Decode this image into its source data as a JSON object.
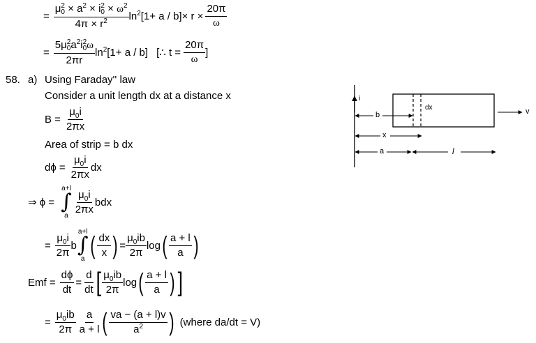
{
  "eq1": {
    "prefix": "=",
    "num": "μ₀² × a² × i₀² × ω²",
    "num_parts": {
      "mu": "μ",
      "sub0": "0",
      "sup2": "2",
      "x1": " × a",
      "x2": " × i",
      "x3": " × ω"
    },
    "den": "4π × r",
    "den_sup": "2",
    "middle": "ln",
    "middle_sup": "2",
    "middle_rest": "[1+ a / b]× r ×",
    "frac2_num": "20π",
    "frac2_den": "ω"
  },
  "eq2": {
    "prefix": "=",
    "num": "5μ₀²a²i₀²ω",
    "den": "2πr",
    "middle": "ln",
    "middle_sup": "2",
    "middle_rest": "[1+ a / b]",
    "note_prefix": "[∴ t =",
    "note_num": "20π",
    "note_den": "ω",
    "note_suffix": "]"
  },
  "problem": {
    "number": "58.",
    "part": "a)",
    "heading": "Using Faraday'' law",
    "intro": "Consider a unit length dx at a distance x",
    "b_eq": {
      "lhs": "B =",
      "num": "μ₀i",
      "den": "2πx"
    },
    "area": "Area of strip = b dx",
    "dphi": {
      "lhs": "dϕ =",
      "num": "μ₀i",
      "den": "2πx",
      "rhs": "dx"
    },
    "phi": {
      "lhs": "⇒ ϕ =",
      "upper": "a+l",
      "lower": "a",
      "num": "μ₀i",
      "den": "2πx",
      "rhs": "bdx"
    },
    "phi2": {
      "prefix": "=",
      "f1_num": "μ₀i",
      "f1_den": "2π",
      "b": "b",
      "upper": "a+l",
      "lower": "a",
      "f2_num": "dx",
      "f2_den": "x",
      "eq": "=",
      "f3_num": "μ₀ib",
      "f3_den": "2π",
      "log": "log",
      "f4_num": "a + l",
      "f4_den": "a"
    },
    "emf": {
      "lhs": "Emf =",
      "f1_num": "dϕ",
      "f1_den": "dt",
      "eq": "=",
      "f2_num": "d",
      "f2_den": "dt",
      "f3_num": "μ₀ib",
      "f3_den": "2π",
      "log": "log",
      "f4_num": "a + l",
      "f4_den": "a"
    },
    "emf2": {
      "prefix": "=",
      "f1_num": "μ₀ib",
      "f1_den": "2π",
      "f2_num": "a",
      "f2_den": "a + l",
      "f3_num": "va − (a + l)v",
      "f3_den": "a²",
      "note": "(where da/dt = V)"
    }
  },
  "diagram": {
    "current_label": "i",
    "b_label": "b",
    "dx_label": "dx",
    "v_label": "v",
    "x_label": "x",
    "a_label": "a",
    "l_label": "l"
  }
}
